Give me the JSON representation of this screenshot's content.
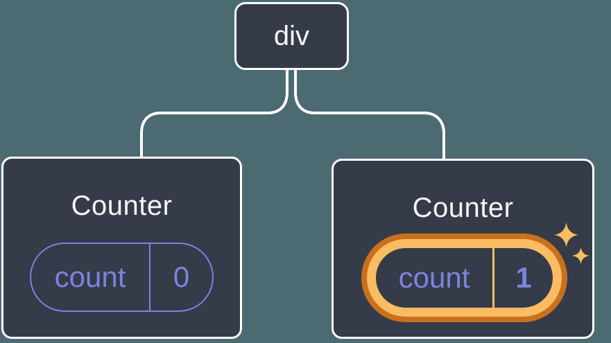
{
  "colors": {
    "background": "#4c6a72",
    "node_fill": "#353b48",
    "node_border": "#ffffff",
    "connector": "#ffffff",
    "title_text": "#f6f7f8",
    "state_purple": "#7d83e0",
    "highlight_orange": "#fabc62",
    "highlight_orange_dark": "#c9701d"
  },
  "tree": {
    "root": {
      "label": "div"
    },
    "children": [
      {
        "title": "Counter",
        "state_key": "count",
        "state_value": "0",
        "highlighted": false
      },
      {
        "title": "Counter",
        "state_key": "count",
        "state_value": "1",
        "highlighted": true
      }
    ]
  },
  "icons": [
    {
      "name": "sparkles-icon",
      "color": "#fabc62"
    }
  ]
}
